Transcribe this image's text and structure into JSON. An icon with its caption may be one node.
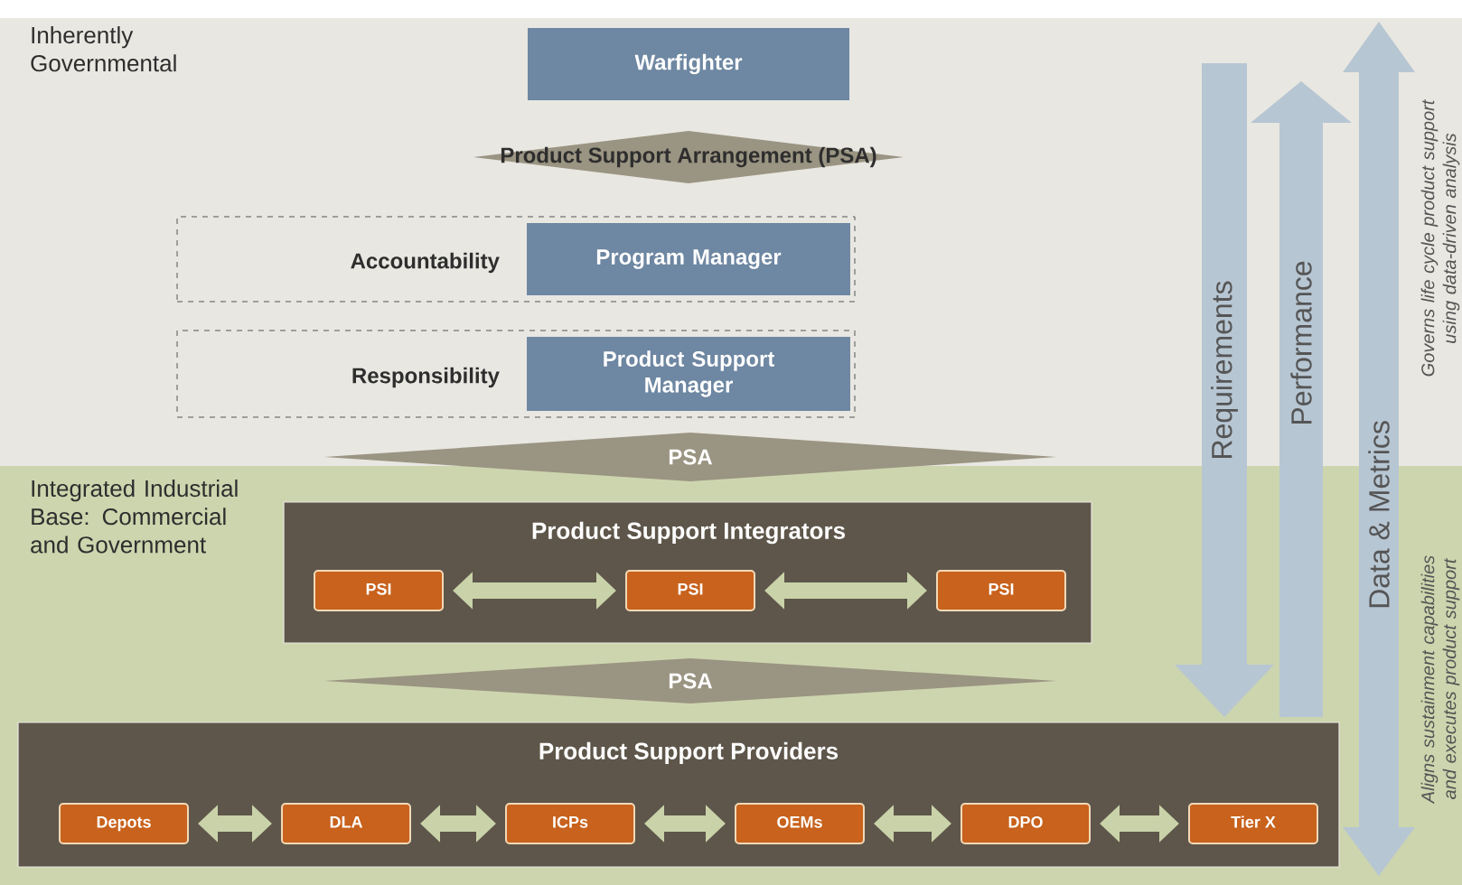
{
  "diagram": {
    "nodes": [
      {
        "text": [
          "Warfighter"
        ]
      },
      {
        "text": [
          "Product Support Arrangement (PSA)"
        ]
      },
      {
        "text": [
          "Accountability"
        ]
      },
      {
        "text": [
          "Program Manager"
        ],
        "in": 2
      },
      {
        "text": [
          "Responsibility"
        ]
      },
      {
        "text": [
          "Product Support Manager"
        ],
        "in": 4
      },
      {
        "text": [
          "PSA"
        ]
      },
      {
        "text": [
          "Product Support Integrators"
        ]
      },
      {
        "text": [
          "PSI"
        ],
        "in": 7
      },
      {
        "text": [
          "PSI"
        ],
        "in": 7
      },
      {
        "text": [
          "PSI"
        ],
        "in": 7
      },
      {
        "text": [
          "PSA"
        ]
      },
      {
        "text": [
          "Product Support Providers"
        ]
      },
      {
        "text": [
          "Depots"
        ],
        "in": 12
      },
      {
        "text": [
          "DLA"
        ],
        "in": 12
      },
      {
        "text": [
          "ICPs"
        ],
        "in": 12
      },
      {
        "text": [
          "OEMs"
        ],
        "in": 12
      },
      {
        "text": [
          "DPO"
        ],
        "in": 12
      },
      {
        "text": [
          "Tier X"
        ],
        "in": 12
      }
    ],
    "edges": [
      {
        "from": 8,
        "to": 9,
        "arrow": "both"
      },
      {
        "from": 9,
        "to": 10,
        "arrow": "both"
      },
      {
        "from": 13,
        "to": 14,
        "arrow": "both"
      },
      {
        "from": 14,
        "to": 15,
        "arrow": "both"
      },
      {
        "from": 15,
        "to": 16,
        "arrow": "both"
      },
      {
        "from": 16,
        "to": 17,
        "arrow": "both"
      },
      {
        "from": 17,
        "to": 18,
        "arrow": "both"
      }
    ],
    "labels": [
      "Inherently Governmental",
      "Integrated Industrial Base: Commercial and Government",
      "Requirements",
      "Performance",
      "Data & Metrics",
      "Governs life cycle product support using data-driven analysis",
      "Aligns sustainment capabilities and executes product support"
    ]
  }
}
